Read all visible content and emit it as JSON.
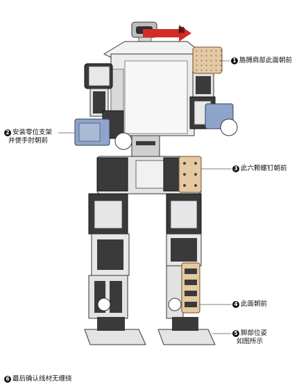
{
  "direction_label": "前",
  "callouts": [
    {
      "number": "1",
      "text": "胳膊肩部此面朝前"
    },
    {
      "number": "2",
      "line1": "安装零位支架",
      "line2": "并使手肘朝前"
    },
    {
      "number": "3",
      "text": "此六颗螺钉朝前"
    },
    {
      "number": "4",
      "text": "此面朝前"
    },
    {
      "number": "5",
      "line1": "脚部位姿",
      "line2": "如图所示"
    },
    {
      "number": "6",
      "text": "最后确认线材无缠绕"
    }
  ],
  "colors": {
    "arrow": "#d42b22",
    "bracket_blue": "#8ea4c8",
    "plate_gold": "#e6c9a2",
    "servo": "#3a3a3a",
    "frame": "#e9e9e9"
  }
}
